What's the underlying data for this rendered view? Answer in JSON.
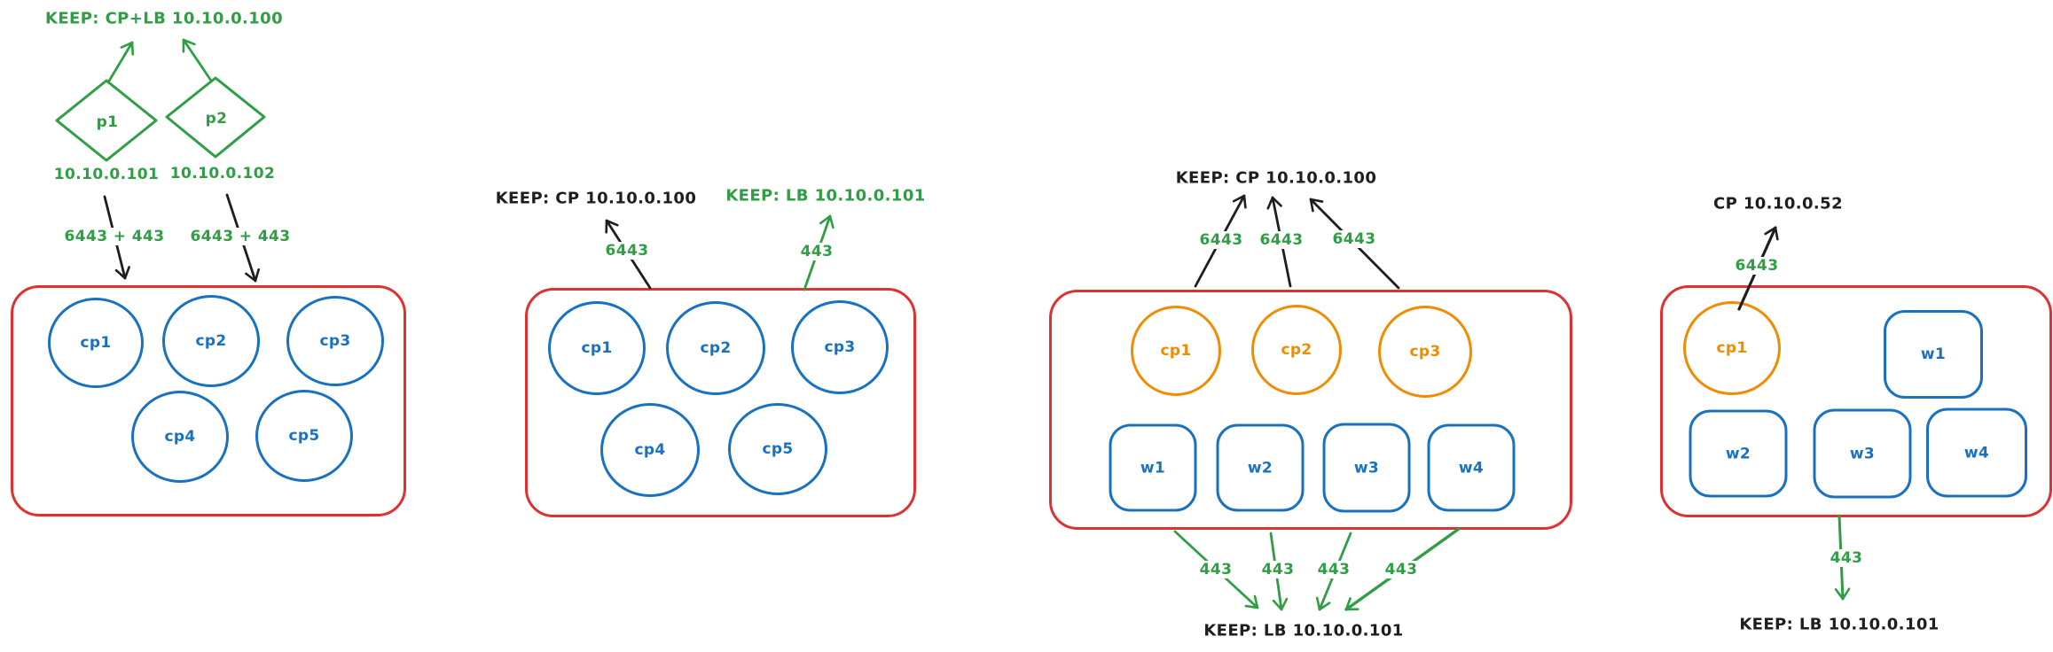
{
  "colors": {
    "green": "#2f9e44",
    "black": "#1e1e1e",
    "red": "#e03131",
    "blue": "#1971c2",
    "orange": "#f08c00",
    "background": "#ffffff"
  },
  "cluster1": {
    "keep_label": "KEEP: CP+LB 10.10.0.100",
    "proxy1_label": "p1",
    "proxy2_label": "p2",
    "proxy1_ip": "10.10.0.101",
    "proxy2_ip": "10.10.0.102",
    "proxy1_ports": "6443 + 443",
    "proxy2_ports": "6443 + 443",
    "nodes": [
      "cp1",
      "cp2",
      "cp3",
      "cp4",
      "cp5"
    ]
  },
  "cluster2": {
    "keep_cp_label": "KEEP: CP 10.10.0.100",
    "keep_lb_label": "KEEP: LB 10.10.0.101",
    "cp_port": "6443",
    "lb_port": "443",
    "nodes": [
      "cp1",
      "cp2",
      "cp3",
      "cp4",
      "cp5"
    ]
  },
  "cluster3": {
    "keep_cp_label": "KEEP: CP 10.10.0.100",
    "keep_lb_label": "KEEP: LB 10.10.0.101",
    "cp_ports": [
      "6443",
      "6443",
      "6443"
    ],
    "lb_ports": [
      "443",
      "443",
      "443",
      "443"
    ],
    "cp_nodes": [
      "cp1",
      "cp2",
      "cp3"
    ],
    "worker_nodes": [
      "w1",
      "w2",
      "w3",
      "w4"
    ]
  },
  "cluster4": {
    "cp_label": "CP 10.10.0.52",
    "keep_lb_label": "KEEP: LB 10.10.0.101",
    "cp_port": "6443",
    "lb_port": "443",
    "cp_nodes": [
      "cp1"
    ],
    "worker_nodes": [
      "w1",
      "w2",
      "w3",
      "w4"
    ]
  }
}
